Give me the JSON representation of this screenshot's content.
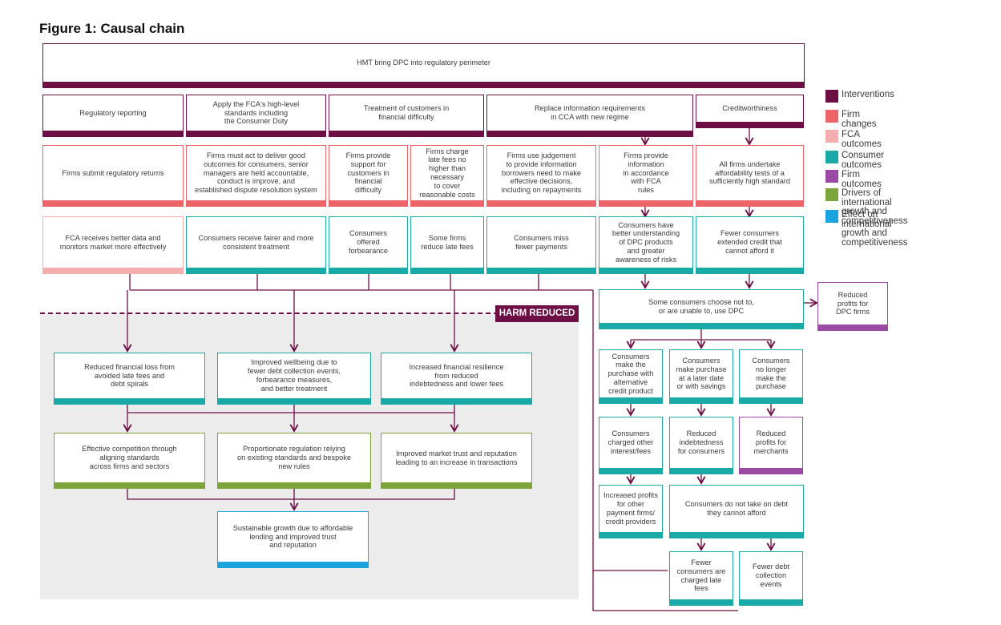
{
  "title": "Figure 1: Causal chain",
  "harm_label": "HARM REDUCED",
  "colors": {
    "interventions": "#6d0f45",
    "firm_changes": "#ec6467",
    "fca_outcomes": "#f4aeae",
    "consumer_outcomes": "#19aaa8",
    "firm_outcomes": "#9b4aa3",
    "drivers": "#7da33b",
    "effect": "#1aa3dd"
  },
  "legend": [
    {
      "label": "Interventions"
    },
    {
      "label": "Firm changes"
    },
    {
      "label": "FCA outcomes"
    },
    {
      "label": "Consumer outcomes"
    },
    {
      "label": "Firm outcomes"
    },
    {
      "label": "Drivers of international\ngrowth and competitiveness"
    },
    {
      "label": "Effect on international\ngrowth and competitiveness"
    }
  ],
  "boxes": {
    "hmt": "HMT bring DPC into regulatory perimeter",
    "reg_reporting": "Regulatory reporting",
    "apply_fca": "Apply the FCA's high-level\nstandards including\nthe Consumer Duty",
    "treatment": "Treatment of customers in\nfinancial difficulty",
    "replace_info": "Replace information requirements\nin CCA with new regime",
    "credit": "Creditworthiness",
    "submit_returns": "Firms submit regulatory returns",
    "firms_act": "Firms must act to deliver good\noutcomes for consumers, senior\nmanagers are held accountable,\nconduct is improve, and\nestablished dispute resolution system",
    "firms_support": "Firms provide\nsupport for\ncustomers in\nfinancial\ndifficulty",
    "firms_charge": "Firms charge\nlate fees no\nhigher than\nnecessary\nto cover\nreasonable costs",
    "firms_judgement": "Firms use judgement\nto provide information\nborrowers need to make\neffective decisions,\nincluding on repayments",
    "firms_info": "Firms provide\ninformation\nin accordance\nwith FCA\nrules",
    "afford_tests": "All firms undertake\naffordability tests of a\nsufficiently high standard",
    "fca_data": "FCA receives better data and\nmonitors market more effectively",
    "fairer": "Consumers receive fairer and more\nconsistent treatment",
    "forbearance": "Consumers\noffered\nforbearance",
    "reduce_fees": "Some firms\nreduce late fees",
    "miss_fewer": "Consumers miss\nfewer payments",
    "understanding": "Consumers have\nbetter understanding\nof DPC products\nand greater\nawareness of risks",
    "fewer_extended": "Fewer consumers\nextended credit that\ncannot afford it",
    "choose_not": "Some consumers choose not to,\nor are unable to, use DPC",
    "reduced_profits_dpc": "Reduced\nprofits for\nDPC firms",
    "reduced_loss": "Reduced financial loss from\navoided late fees and\ndebt spirals",
    "wellbeing": "Improved wellbeing due to\nfewer debt collection events,\nforbearance measures,\nand better treatment",
    "resilience": "Increased financial resilience\nfrom reduced\nindebtedness and lower fees",
    "alt_credit": "Consumers\nmake the\npurchase with\nalternative\ncredit product",
    "later_date": "Consumers\nmake purchase\nat a later date\nor with savings",
    "no_longer": "Consumers\nno longer\nmake the\npurchase",
    "competition": "Effective competition through\naligning standards\nacross firms and sectors",
    "proportionate": "Proportionate regulation relying\non existing standards and bespoke\nnew rules",
    "trust": "Improved market trust and reputation\nleading to an increase in transactions",
    "charged_other": "Consumers\ncharged other\ninterest/fees",
    "reduced_indebt": "Reduced\nindebtedness\nfor consumers",
    "reduced_merchants": "Reduced\nprofits for\nmerchants",
    "increased_profits": "Increased profits\nfor other\npayment firms/\ncredit providers",
    "no_debt": "Consumers do not take on debt\nthey cannot afford",
    "sustainable": "Sustainable growth due to affordable\nlending and improved trust\nand reputation",
    "fewer_late": "Fewer\nconsumers are\ncharged late\nfees",
    "fewer_collection": "Fewer debt\ncollection\nevents"
  }
}
